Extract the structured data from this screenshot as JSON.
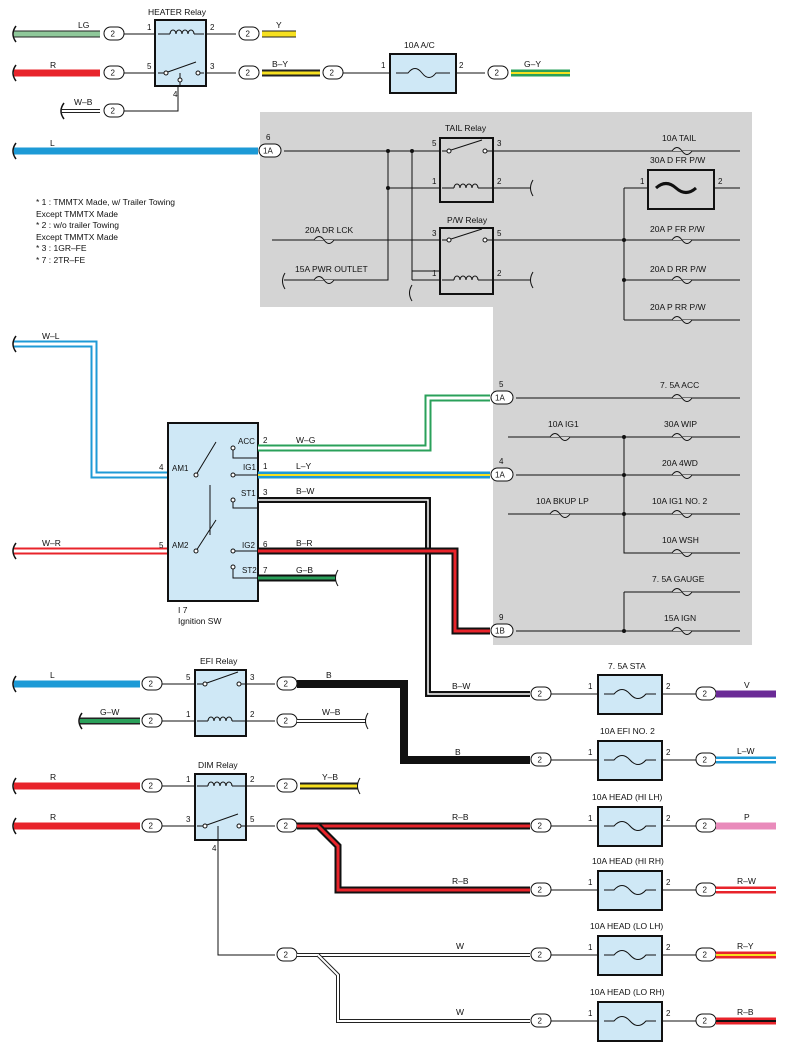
{
  "relays": {
    "heater": "HEATER Relay",
    "tail": "TAIL Relay",
    "pw": "P/W Relay",
    "efi": "EFI Relay",
    "dim": "DIM Relay"
  },
  "fuses": {
    "ac": "10A A/C",
    "tail": "10A TAIL",
    "dfrpw": "30A D FR P/W",
    "drlck": "20A DR LCK",
    "pwroutlet": "15A PWR OUTLET",
    "pfrpw": "20A P FR P/W",
    "drrpw": "20A D RR P/W",
    "prrpw": "20A P RR P/W",
    "acc": "7. 5A ACC",
    "ig1": "10A IG1",
    "wip": "30A WIP",
    "fwd": "20A 4WD",
    "bkuplp": "10A BKUP LP",
    "ig1no2": "10A IG1 NO. 2",
    "wsh": "10A WSH",
    "gauge": "7. 5A GAUGE",
    "ign": "15A IGN",
    "sta": "7. 5A STA",
    "efino2": "10A EFI NO. 2",
    "headhilh": "10A HEAD (HI LH)",
    "headhirh": "10A HEAD (HI RH)",
    "headlolh": "10A HEAD (LO LH)",
    "headlorh": "10A HEAD (LO RH)"
  },
  "wires": {
    "lg": "LG",
    "y": "Y",
    "r": "R",
    "by": "B–Y",
    "gy": "G–Y",
    "wb": "W–B",
    "l": "L",
    "wl": "W–L",
    "wg": "W–G",
    "ly": "L–Y",
    "bw": "B–W",
    "wr": "W–R",
    "br": "B–R",
    "gb": "G–B",
    "b": "B",
    "gw": "G–W",
    "v": "V",
    "lw": "L–W",
    "yb": "Y–B",
    "rb": "R–B",
    "p": "P",
    "rw": "R–W",
    "w": "W",
    "ry": "R–Y"
  },
  "connectors": {
    "c2": "2",
    "c1a": "1A",
    "c1b": "1B"
  },
  "ignition": {
    "id": "I 7",
    "name": "Ignition SW",
    "acc": "ACC",
    "ig1": "IG1",
    "st1": "ST1",
    "am1": "AM1",
    "am2": "AM2",
    "ig2": "IG2",
    "st2": "ST2"
  },
  "pins": {
    "p1": "1",
    "p2": "2",
    "p3": "3",
    "p4": "4",
    "p5": "5",
    "p6": "6",
    "p7": "7",
    "p9": "9"
  },
  "notes": [
    "* 1 : TMMTX Made,  w/ Trailer Towing",
    "        Except TMMTX Made",
    "* 2 : w/o trailer Towing",
    "        Except TMMTX Made",
    "* 3 : 1GR–FE",
    "* 7 : 2TR–FE"
  ],
  "colors": {
    "red": "#e8242b",
    "blue": "#1d9ad6",
    "lightgreen": "#8fc89a",
    "yellow": "#f6e020",
    "green": "#2aa05a",
    "violet": "#6a2a96",
    "pink": "#e98bbb",
    "box": "#cfe8f6",
    "gray": "#d4d4d4"
  }
}
